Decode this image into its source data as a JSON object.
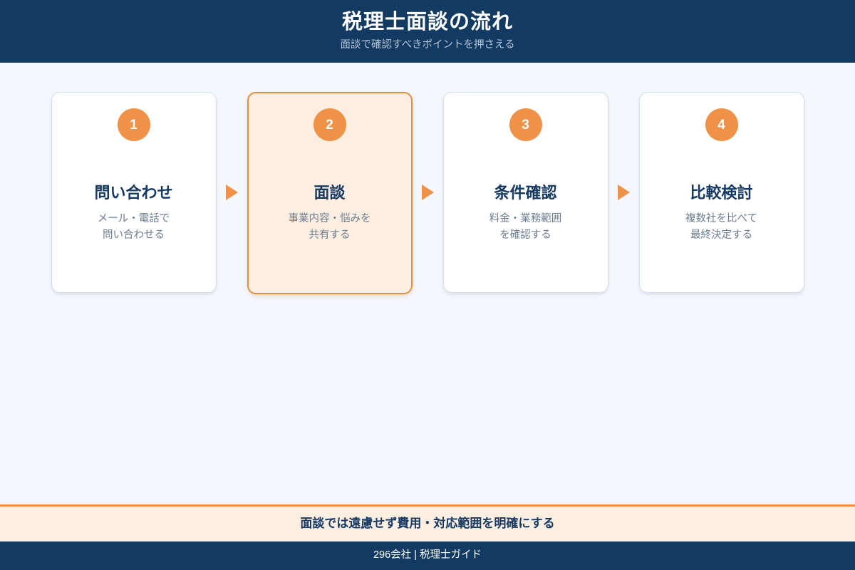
{
  "header": {
    "title": "税理士面談の流れ",
    "subtitle": "面談で確認すべきポイントを押さえる",
    "background_color": "#123a63",
    "title_color": "#ffffff",
    "subtitle_color": "#b4c4d6"
  },
  "flow": {
    "arrow_icon": "triangle-right-icon",
    "arrow_color": "#ef9248",
    "steps": [
      {
        "number": "1",
        "title": "問い合わせ",
        "description": "メール・電話で\n問い合わせる",
        "active": false
      },
      {
        "number": "2",
        "title": "面談",
        "description": "事業内容・悩みを\n共有する",
        "active": true
      },
      {
        "number": "3",
        "title": "条件確認",
        "description": "料金・業務範囲\nを確認する",
        "active": false
      },
      {
        "number": "4",
        "title": "比較検討",
        "description": "複数社を比べて\n最終決定する",
        "active": false
      }
    ]
  },
  "footer": {
    "banner_text": "面談では遠慮せず費用・対応範囲を明確にする",
    "banner_background": "#fdeee2",
    "banner_border_color": "#ef9248",
    "bottom_bar_text": "296会社 | 税理士ガイド",
    "bottom_bar_background": "#123a63"
  },
  "theme": {
    "page_background": "#f5f7fc",
    "accent_orange": "#ef9248",
    "navy": "#163a63",
    "card_background": "#ffffff",
    "card_border": "#d4dded",
    "active_card_background": "#fdeee2",
    "active_card_border": "#e2903f",
    "description_color": "#6c7d90"
  }
}
